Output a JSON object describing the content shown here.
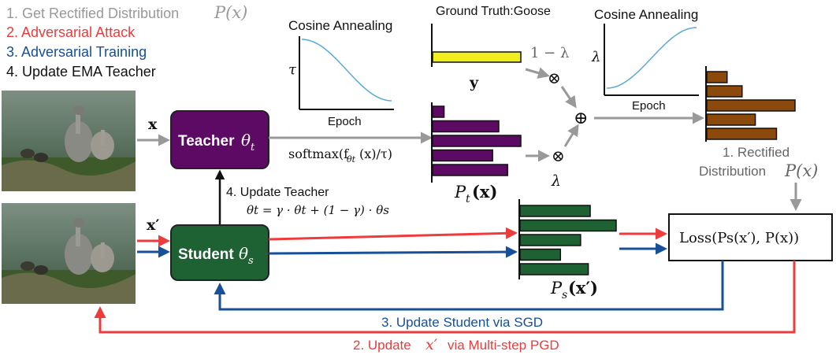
{
  "steps": {
    "step1_text": "1. Get Rectified Distribution",
    "step1_math": "P(x)",
    "step2": "2. Adversarial Attack",
    "step3": "3. Adversarial Training",
    "step4": "4. Update EMA Teacher"
  },
  "colors": {
    "gray": "#999999",
    "red": "#ee3b3b",
    "blue": "#174f99",
    "black": "#111111",
    "teacher_fill": "#5c0a63",
    "student_fill": "#1e6132",
    "purple_bar": "#5c0a63",
    "green_bar": "#1e6132",
    "brown_bar": "#8b4a0c",
    "yellow_bar": "#f2ee1e",
    "curve": "#5aa9d6"
  },
  "inputs": {
    "x_label": "x",
    "x_prime_label": "x′"
  },
  "teacher": {
    "label": "Teacher",
    "param": "θ",
    "sub": "t"
  },
  "student": {
    "label": "Student",
    "param": "θ",
    "sub": "s"
  },
  "softmax": {
    "label": "softmax(f",
    "sub": "θt",
    "rest": "(x)/τ)"
  },
  "update_teacher": {
    "title": "4. Update Teacher",
    "formula": "θt = γ · θt + (1 − γ) · θs"
  },
  "cosine_left": {
    "title": "Cosine Annealing",
    "ylabel": "τ",
    "xlabel": "Epoch",
    "trend": "decreasing"
  },
  "cosine_right": {
    "title": "Cosine Annealing",
    "ylabel": "λ",
    "xlabel": "Epoch",
    "trend": "increasing"
  },
  "ground_truth": {
    "title": "Ground Truth:Goose",
    "label": "y"
  },
  "mix": {
    "one_minus_lambda": "1 − λ",
    "lambda": "λ",
    "times": "⊗",
    "plus": "⊕"
  },
  "hist_teacher": {
    "label": "P",
    "sub": "t",
    "arg": "(x)"
  },
  "hist_student": {
    "label": "P",
    "sub": "s",
    "arg": "(x′)"
  },
  "rectified": {
    "line1": "1. Rectified",
    "line2": "Distribution",
    "math": "P(x)"
  },
  "loss": {
    "text": "Loss(Ps(x′), P(x))"
  },
  "feedback": {
    "sgd": "3. Update Student via SGD",
    "pgd_pre": "2. Update",
    "pgd_var": "x′",
    "pgd_post": "via Multi-step PGD"
  },
  "chart_data": [
    {
      "type": "bar",
      "name": "ground_truth_onehot",
      "values": [
        1
      ]
    },
    {
      "type": "bar",
      "name": "teacher_Pt",
      "values": [
        0.13,
        0.75,
        1.0,
        0.68,
        0.85
      ]
    },
    {
      "type": "bar",
      "name": "student_Ps",
      "values": [
        0.73,
        1.0,
        0.63,
        0.42,
        0.71
      ]
    },
    {
      "type": "bar",
      "name": "rectified_P",
      "values": [
        0.23,
        0.4,
        1.0,
        0.55,
        0.79
      ]
    }
  ]
}
